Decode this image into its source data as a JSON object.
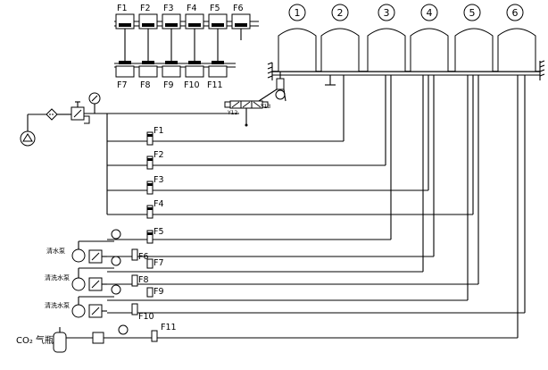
{
  "tank_labels": [
    "1",
    "2",
    "3",
    "4",
    "5",
    "6"
  ],
  "top_valve_labels": [
    "F1",
    "F2",
    "F3",
    "F4",
    "F5",
    "F6"
  ],
  "bottom_valve_labels": [
    "F7",
    "F8",
    "F9",
    "F10",
    "F11"
  ],
  "line_valve_labels": [
    "F1",
    "F2",
    "F3",
    "F4",
    "F5",
    "F6",
    "F7",
    "F8",
    "F9",
    "F10",
    "F11"
  ],
  "pump_labels": [
    "清水泵",
    "清洗水泵",
    "清洗水泵"
  ],
  "solenoid_labels": {
    "left": "Y12",
    "right": "Y13"
  },
  "co2_label": "CO₂ 气瓶"
}
